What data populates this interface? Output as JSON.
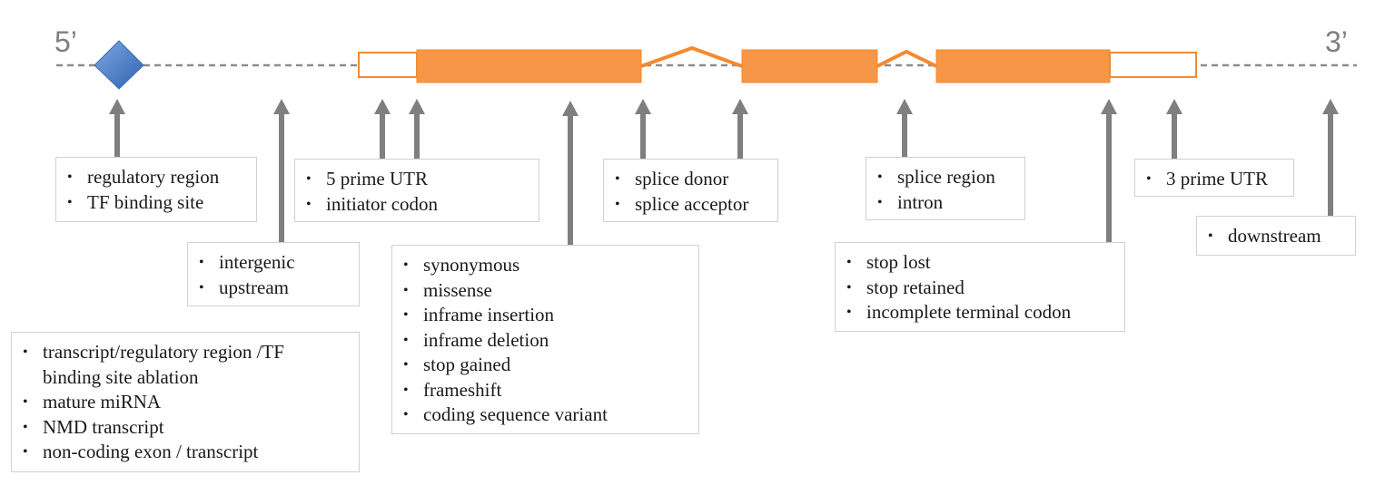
{
  "ends": {
    "five_prime": "5’",
    "three_prime": "3’"
  },
  "colors": {
    "exon": "#f79646",
    "exon_stroke": "#f4892f",
    "tf_site": "#4f81bd",
    "backbone": "#8c8c8c",
    "arrow": "#7f7f7f",
    "box_border": "#d0d0d0"
  },
  "gene_structure": [
    "regulatory-element",
    "5-prime-utr",
    "coding-exon-1",
    "intron-1",
    "coding-exon-2",
    "intron-2",
    "coding-exon-3",
    "3-prime-utr"
  ],
  "boxes": {
    "regulatory": [
      "regulatory region",
      "TF binding site"
    ],
    "utr5": [
      "5 prime UTR",
      "initiator codon"
    ],
    "splice_sites": [
      "splice donor",
      "splice acceptor"
    ],
    "splice_region": [
      "splice region",
      "intron"
    ],
    "utr3": [
      "3 prime UTR"
    ],
    "downstream": [
      "downstream"
    ],
    "intergenic": [
      "intergenic",
      "upstream"
    ],
    "coding": [
      "synonymous",
      "missense",
      "inframe insertion",
      "inframe deletion",
      "stop gained",
      "frameshift",
      "coding sequence variant"
    ],
    "stop": [
      "stop lost",
      "stop retained",
      "incomplete terminal codon"
    ],
    "transcript": [
      "transcript/regulatory region /TF binding site ablation",
      "mature miRNA",
      "NMD transcript",
      "non-coding exon / transcript"
    ]
  }
}
